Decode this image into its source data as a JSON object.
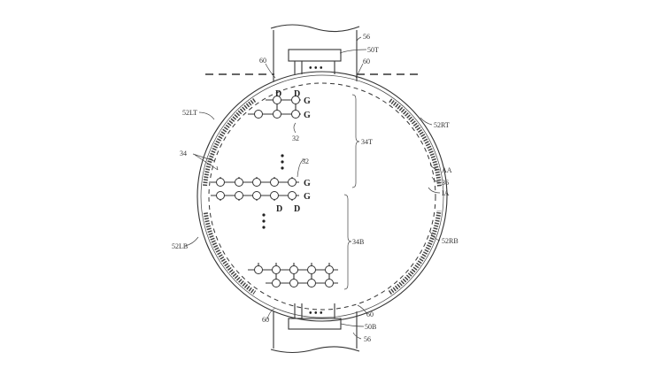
{
  "figure": {
    "labels": {
      "band_top": "56",
      "band_bottom": "56",
      "conn_top": "50T",
      "conn_bottom": "50B",
      "gap_tl": "60",
      "gap_tr": "60",
      "gap_bl": "60",
      "gap_br": "60",
      "border_lt": "52LT",
      "border_rt": "52RT",
      "border_lb": "52LB",
      "border_rb": "52RB",
      "active_area": "AA",
      "display": "36",
      "inactive_area": "IA",
      "section_top": "34T",
      "section_bottom": "34B",
      "pixel_array": "34",
      "pixel_1": "32",
      "pixel_2": "32",
      "d1": "D",
      "d2": "D",
      "d3": "D",
      "d4": "D",
      "g1": "G",
      "g2": "G",
      "g3": "G",
      "g4": "G",
      "ellipsis_top": "• • •",
      "ellipsis_bottom": "• • •"
    }
  }
}
